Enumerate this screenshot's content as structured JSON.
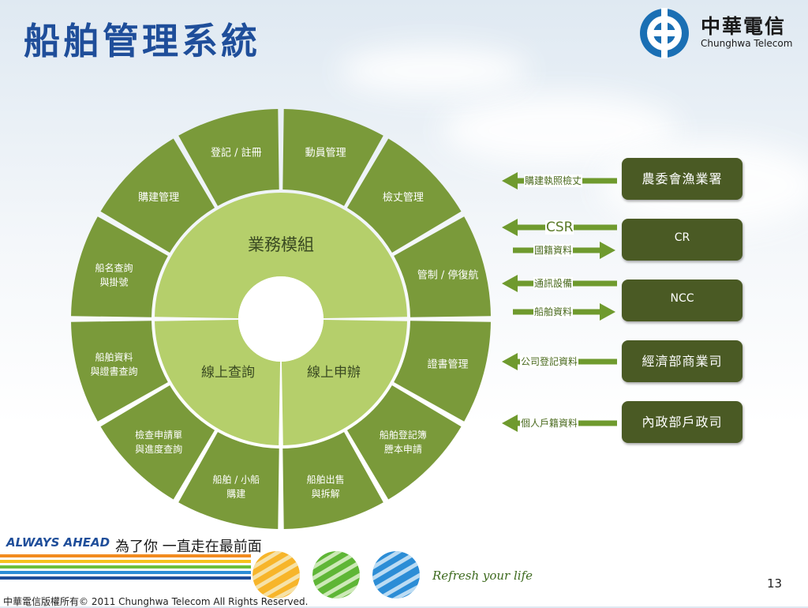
{
  "title": "船舶管理系統",
  "logo": {
    "chinese": "中華電信",
    "english": "Chunghwa Telecom"
  },
  "wheel": {
    "outer_segments": [
      {
        "id": "mobilization",
        "lines": [
          "動員管理"
        ]
      },
      {
        "id": "inspection",
        "lines": [
          "檢丈管理"
        ]
      },
      {
        "id": "control",
        "lines": [
          "管制 / 停復航"
        ]
      },
      {
        "id": "certificate",
        "lines": [
          "證書管理"
        ]
      },
      {
        "id": "registry-copy",
        "lines": [
          "船舶登記簿",
          "謄本申請"
        ]
      },
      {
        "id": "sale",
        "lines": [
          "船舶出售",
          "與拆解"
        ]
      },
      {
        "id": "build",
        "lines": [
          "船舶 / 小船",
          "購建"
        ]
      },
      {
        "id": "inspection-apply",
        "lines": [
          "檢查申請單",
          "與進度查詢"
        ]
      },
      {
        "id": "ship-info",
        "lines": [
          "船舶資料",
          "與證書查詢"
        ]
      },
      {
        "id": "ship-name",
        "lines": [
          "船名查詢",
          "與掛號"
        ]
      },
      {
        "id": "purchase",
        "lines": [
          "購建管理"
        ]
      },
      {
        "id": "register",
        "lines": [
          "登記 / 註冊"
        ]
      }
    ],
    "business_module": "業務模組",
    "online_query": "線上查詢",
    "online_apply": "線上申辦"
  },
  "agencies": [
    {
      "id": "coa",
      "name": "農委會漁業署"
    },
    {
      "id": "cr",
      "name": "CR"
    },
    {
      "id": "ncc",
      "name": "NCC"
    },
    {
      "id": "moea",
      "name": "經濟部商業司"
    },
    {
      "id": "moi",
      "name": "內政部戶政司"
    }
  ],
  "flows": {
    "purchase_permit": "購建執照檢丈",
    "csr": "CSR",
    "nationality": "國籍資料",
    "comm_equipment": "通訊設備",
    "ship_data": "船舶資料",
    "company_registration": "公司登記資料",
    "household_registration": "個人戶籍資料"
  },
  "footer": {
    "slogan": "ALWAYS AHEAD",
    "slogan_chinese": "為了你 一直走在最前面",
    "refresh": "Refresh your life",
    "page_number": "13",
    "copyright": "中華電信版權所有© 2011 Chunghwa Telecom All Rights Reserved."
  },
  "colors": {
    "title": "#1f4e9a",
    "outer_ring": "#7a9a3a",
    "inner_ring": "#b5cf6b",
    "agency_box": "#4a5a24",
    "arrow": "#6f9a2e"
  }
}
